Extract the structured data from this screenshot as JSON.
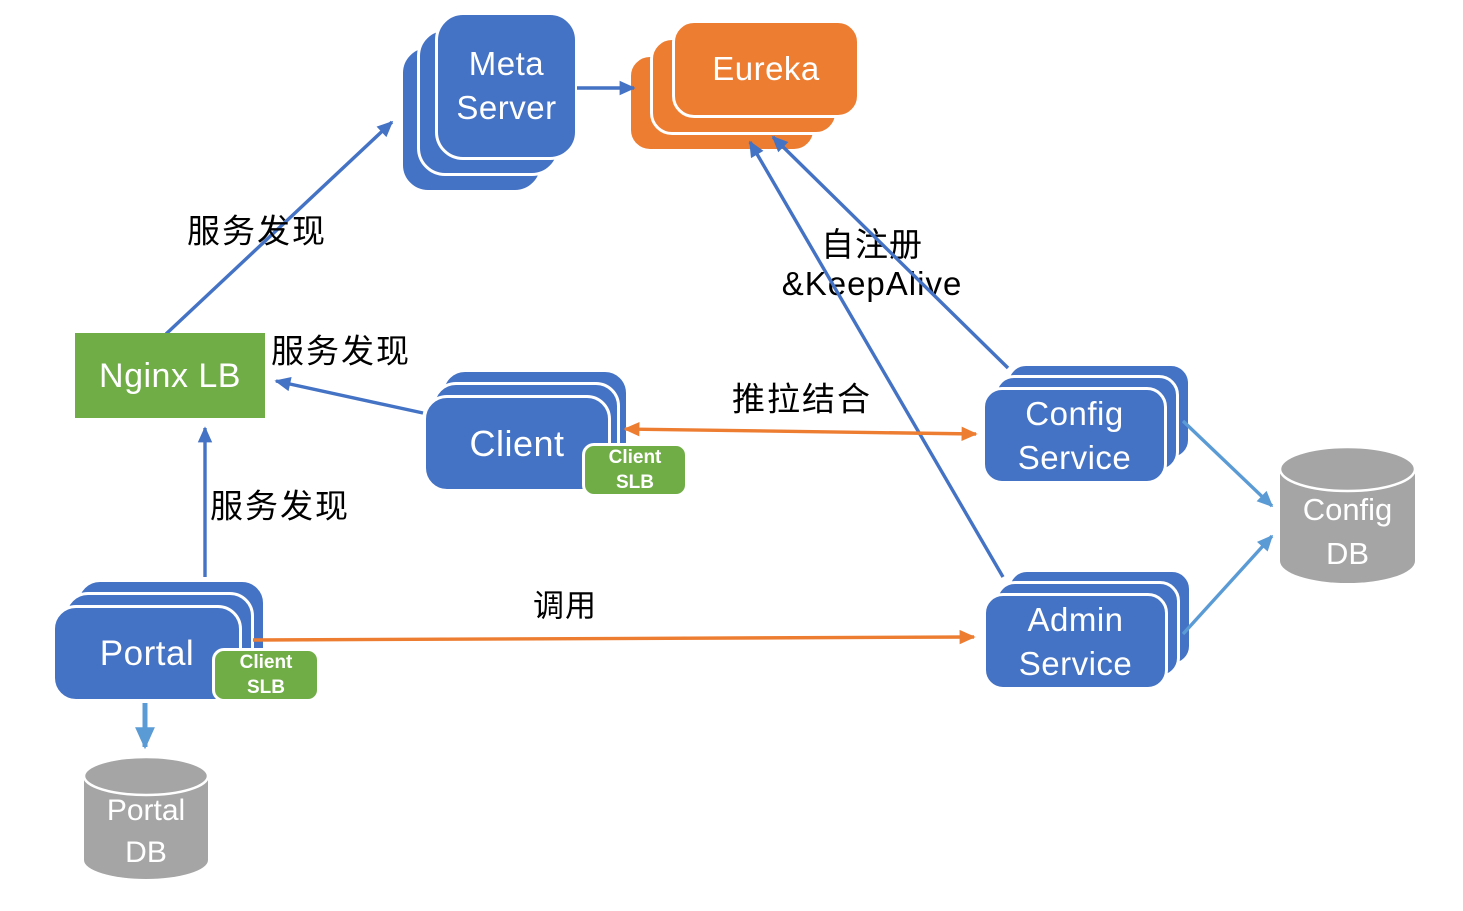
{
  "nodes": {
    "meta_server": {
      "label": "Meta\nServer",
      "shape": "stacked-rounded-box",
      "color": "#4472C4"
    },
    "eureka": {
      "label": "Eureka",
      "shape": "stacked-rounded-box",
      "color": "#ED7D31"
    },
    "nginx_lb": {
      "label": "Nginx LB",
      "shape": "rect",
      "color": "#70AD47"
    },
    "client": {
      "label": "Client",
      "shape": "stacked-rounded-box",
      "color": "#4472C4"
    },
    "client_slb": {
      "label": "Client\nSLB",
      "shape": "rounded-badge",
      "color": "#70AD47"
    },
    "config_service": {
      "label": "Config\nService",
      "shape": "stacked-rounded-box",
      "color": "#4472C4"
    },
    "admin_service": {
      "label": "Admin\nService",
      "shape": "stacked-rounded-box",
      "color": "#4472C4"
    },
    "portal": {
      "label": "Portal",
      "shape": "stacked-rounded-box",
      "color": "#4472C4"
    },
    "portal_slb": {
      "label": "Client\nSLB",
      "shape": "rounded-badge",
      "color": "#70AD47"
    },
    "config_db": {
      "label": "Config\nDB",
      "shape": "cylinder",
      "color": "#A5A5A5"
    },
    "portal_db": {
      "label": "Portal\nDB",
      "shape": "cylinder",
      "color": "#A5A5A5"
    }
  },
  "edge_labels": {
    "service_discovery_meta": "服务发现",
    "service_discovery_client": "服务发现",
    "service_discovery_portal": "服务发现",
    "self_register": "自注册\n&KeepAlive",
    "push_pull": "推拉结合",
    "invoke": "调用"
  },
  "edges": [
    {
      "from": "nginx_lb",
      "to": "meta_server",
      "color": "#4472C4",
      "label": "服务发现"
    },
    {
      "from": "meta_server",
      "to": "eureka",
      "color": "#4472C4",
      "label": ""
    },
    {
      "from": "client",
      "to": "nginx_lb",
      "color": "#4472C4",
      "label": "服务发现"
    },
    {
      "from": "portal",
      "to": "nginx_lb",
      "color": "#4472C4",
      "label": "服务发现"
    },
    {
      "from": "config_service",
      "to": "eureka",
      "color": "#4472C4",
      "label": "自注册&KeepAlive"
    },
    {
      "from": "admin_service",
      "to": "eureka",
      "color": "#4472C4",
      "label": "自注册&KeepAlive"
    },
    {
      "from": "client",
      "to": "config_service",
      "color": "#ED7D31",
      "bidirectional": true,
      "label": "推拉结合"
    },
    {
      "from": "portal",
      "to": "admin_service",
      "color": "#ED7D31",
      "label": "调用"
    },
    {
      "from": "config_service",
      "to": "config_db",
      "color": "#5B9BD5",
      "label": ""
    },
    {
      "from": "admin_service",
      "to": "config_db",
      "color": "#5B9BD5",
      "label": ""
    },
    {
      "from": "portal",
      "to": "portal_db",
      "color": "#5B9BD5",
      "label": ""
    }
  ],
  "colors": {
    "box_blue": "#4472C4",
    "box_orange": "#ED7D31",
    "box_green": "#70AD47",
    "db_gray": "#A5A5A5",
    "arrow_blue": "#4472C4",
    "arrow_light_blue": "#5B9BD5",
    "arrow_orange": "#ED7D31",
    "label_black": "#000000"
  }
}
